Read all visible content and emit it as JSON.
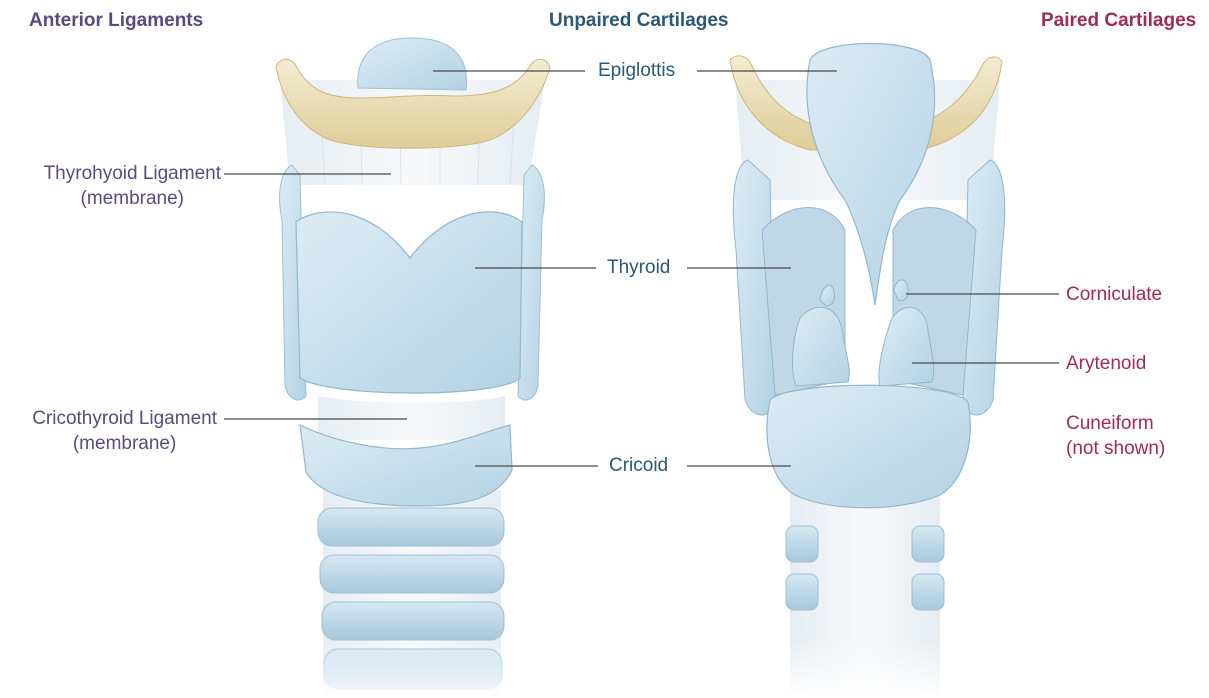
{
  "headers": {
    "anterior_ligaments": "Anterior Ligaments",
    "unpaired_cartilages": "Unpaired Cartilages",
    "paired_cartilages": "Paired Cartilages"
  },
  "labels": {
    "epiglottis": "Epiglottis",
    "thyroid": "Thyroid",
    "cricoid": "Cricoid",
    "thyrohyoid_line1": "Thyrohyoid Ligament",
    "thyrohyoid_line2": "(membrane)",
    "cricothyroid_line1": "Cricothyroid Ligament",
    "cricothyroid_line2": "(membrane)",
    "corniculate": "Corniculate",
    "arytenoid": "Arytenoid",
    "cuneiform_line1": "Cuneiform",
    "cuneiform_line2": "(not shown)"
  },
  "colors": {
    "anterior": "#5b4a7f",
    "unpaired": "#2b5876",
    "paired": "#a02a5a",
    "cartilage": "#c9e0ee",
    "cartilage_dark": "#a9c9dd",
    "hyoid_bone": "#eee2bd",
    "membrane": "#eef2f5"
  }
}
